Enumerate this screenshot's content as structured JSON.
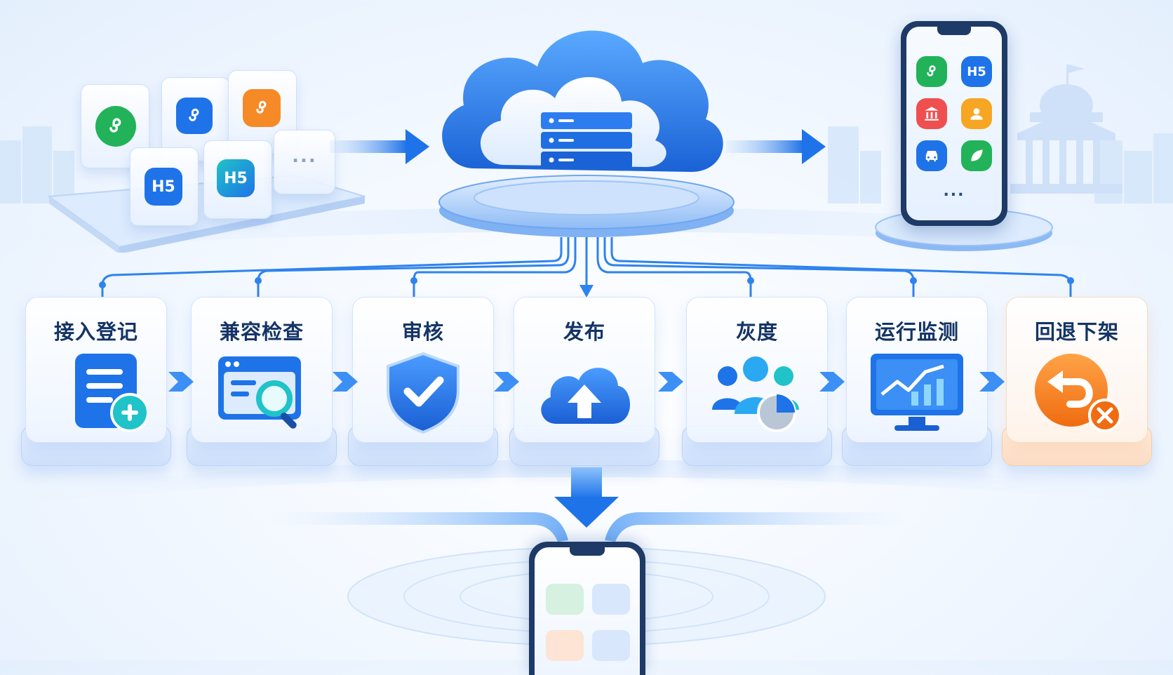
{
  "stages": [
    {
      "label": "接入登记",
      "icon": "document-add-icon"
    },
    {
      "label": "兼容检查",
      "icon": "browser-search-icon"
    },
    {
      "label": "审核",
      "icon": "shield-check-icon"
    },
    {
      "label": "发布",
      "icon": "cloud-upload-icon"
    },
    {
      "label": "灰度",
      "icon": "user-group-pie-icon"
    },
    {
      "label": "运行监测",
      "icon": "monitor-chart-icon"
    },
    {
      "label": "回退下架",
      "icon": "undo-remove-icon"
    }
  ],
  "source_tiles": {
    "h5_label": "H5",
    "more_label": "..."
  },
  "phone_top": {
    "h5_label": "H5",
    "more_label": "..."
  },
  "colors": {
    "primary": "#1e73e8",
    "accent_cyan": "#1fc3c8",
    "green": "#22b35a",
    "orange": "#f58a27",
    "label": "#143466"
  }
}
